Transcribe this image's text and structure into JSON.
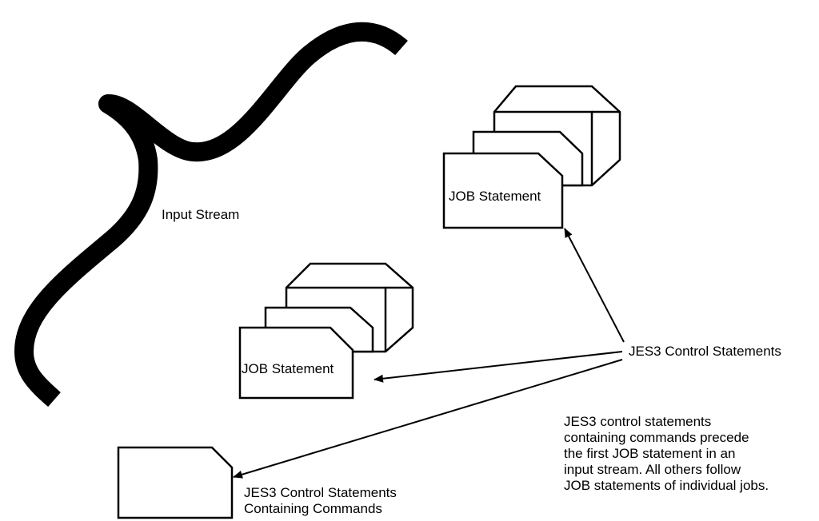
{
  "labels": {
    "input_stream": "Input Stream",
    "job_statement_upper": "JOB Statement",
    "job_statement_middle": "JOB Statement",
    "jes3_control_statements": "JES3 Control Statements",
    "commands_line1": "JES3 Control Statements",
    "commands_line2": "Containing Commands"
  },
  "note": {
    "line1": "JES3 control statements",
    "line2": "containing commands precede",
    "line3": "the first JOB statement in an",
    "line4": "input stream.  All others follow",
    "line5": "JOB statements of individual jobs."
  }
}
